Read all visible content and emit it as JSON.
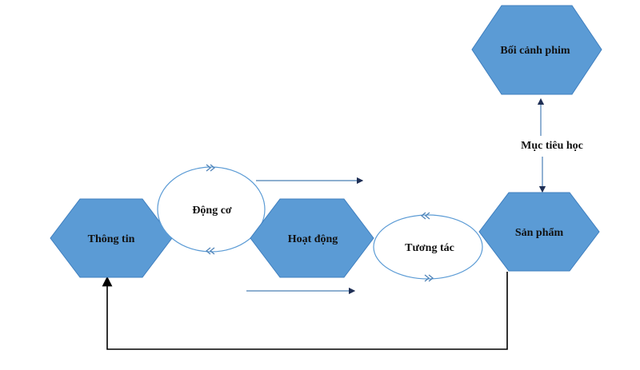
{
  "nodes": {
    "thong_tin": "Thông tin",
    "dong_co": "Động cơ",
    "hoat_dong": "Hoạt động",
    "tuong_tac": "Tương tác",
    "san_pham": "Sản phẩm",
    "boi_canh_phim": "Bối cảnh phim"
  },
  "edge_labels": {
    "muc_tieu_hoc": "Mục tiêu học"
  },
  "colors": {
    "hexagon_fill": "#5b9bd5",
    "ellipse_stroke": "#5b9bd5",
    "arrow": "#4a7fb5",
    "connector": "#000000"
  }
}
